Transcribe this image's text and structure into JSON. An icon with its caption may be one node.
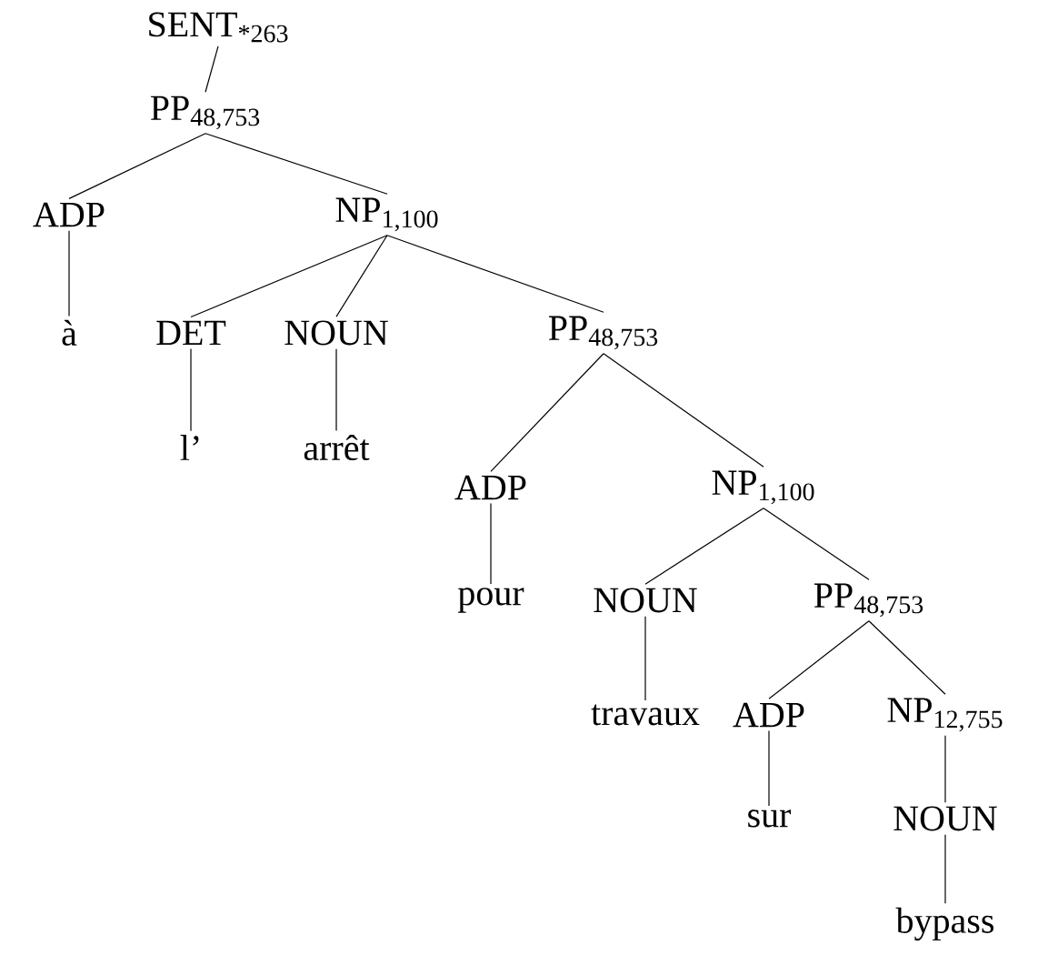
{
  "diagram": {
    "nodes": [
      {
        "text": [
          "SENT$_{*263}$"
        ]
      },
      {
        "text": [
          "PP$_{48,753}$"
        ]
      },
      {
        "text": [
          "ADP"
        ]
      },
      {
        "text": [
          "NP$_{1,100}$"
        ]
      },
      {
        "text": [
          "à"
        ]
      },
      {
        "text": [
          "DET"
        ]
      },
      {
        "text": [
          "NOUN"
        ]
      },
      {
        "text": [
          "PP$_{48,753}$"
        ]
      },
      {
        "text": [
          "l’"
        ]
      },
      {
        "text": [
          "arrêt"
        ]
      },
      {
        "text": [
          "ADP"
        ]
      },
      {
        "text": [
          "NP$_{1,100}$"
        ]
      },
      {
        "text": [
          "pour"
        ]
      },
      {
        "text": [
          "NOUN"
        ]
      },
      {
        "text": [
          "PP$_{48,753}$"
        ]
      },
      {
        "text": [
          "travaux"
        ]
      },
      {
        "text": [
          "ADP"
        ]
      },
      {
        "text": [
          "NP$_{12,755}$"
        ]
      },
      {
        "text": [
          "sur"
        ]
      },
      {
        "text": [
          "NOUN"
        ]
      },
      {
        "text": [
          "bypass"
        ]
      }
    ],
    "edges": [
      {
        "from": 0,
        "to": 1,
        "arrow": "none"
      },
      {
        "from": 1,
        "to": 2,
        "arrow": "none"
      },
      {
        "from": 1,
        "to": 3,
        "arrow": "none"
      },
      {
        "from": 2,
        "to": 4,
        "arrow": "none"
      },
      {
        "from": 3,
        "to": 5,
        "arrow": "none"
      },
      {
        "from": 3,
        "to": 6,
        "arrow": "none"
      },
      {
        "from": 3,
        "to": 7,
        "arrow": "none"
      },
      {
        "from": 5,
        "to": 8,
        "arrow": "none"
      },
      {
        "from": 6,
        "to": 9,
        "arrow": "none"
      },
      {
        "from": 7,
        "to": 10,
        "arrow": "none"
      },
      {
        "from": 7,
        "to": 11,
        "arrow": "none"
      },
      {
        "from": 10,
        "to": 12,
        "arrow": "none"
      },
      {
        "from": 11,
        "to": 13,
        "arrow": "none"
      },
      {
        "from": 11,
        "to": 14,
        "arrow": "none"
      },
      {
        "from": 13,
        "to": 15,
        "arrow": "none"
      },
      {
        "from": 14,
        "to": 16,
        "arrow": "none"
      },
      {
        "from": 14,
        "to": 17,
        "arrow": "none"
      },
      {
        "from": 16,
        "to": 18,
        "arrow": "none"
      },
      {
        "from": 17,
        "to": 19,
        "arrow": "none"
      },
      {
        "from": 19,
        "to": 20,
        "arrow": "none"
      }
    ]
  }
}
